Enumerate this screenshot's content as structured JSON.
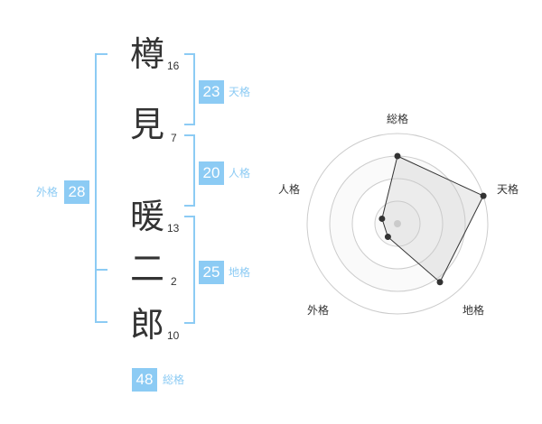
{
  "accent": "#8ccbf4",
  "name": {
    "chars": [
      {
        "char": "樽",
        "strokes": "16"
      },
      {
        "char": "見",
        "strokes": "7"
      },
      {
        "char": "暖",
        "strokes": "13"
      },
      {
        "char": "二",
        "strokes": "2"
      },
      {
        "char": "郎",
        "strokes": "10"
      }
    ]
  },
  "kakusu": {
    "tenkaku": {
      "value": "23",
      "label": "天格"
    },
    "jinkaku": {
      "value": "20",
      "label": "人格"
    },
    "chikaku": {
      "value": "25",
      "label": "地格"
    },
    "gaikaku": {
      "value": "28",
      "label": "外格"
    },
    "soukaku": {
      "value": "48",
      "label": "総格"
    }
  },
  "chart_data": {
    "type": "radar",
    "axes": [
      "総格",
      "天格",
      "地格",
      "外格",
      "人格"
    ],
    "values": [
      0.75,
      1.0,
      0.8,
      0.18,
      0.18
    ],
    "range": [
      0,
      1
    ],
    "rings": 4,
    "grid": true
  }
}
